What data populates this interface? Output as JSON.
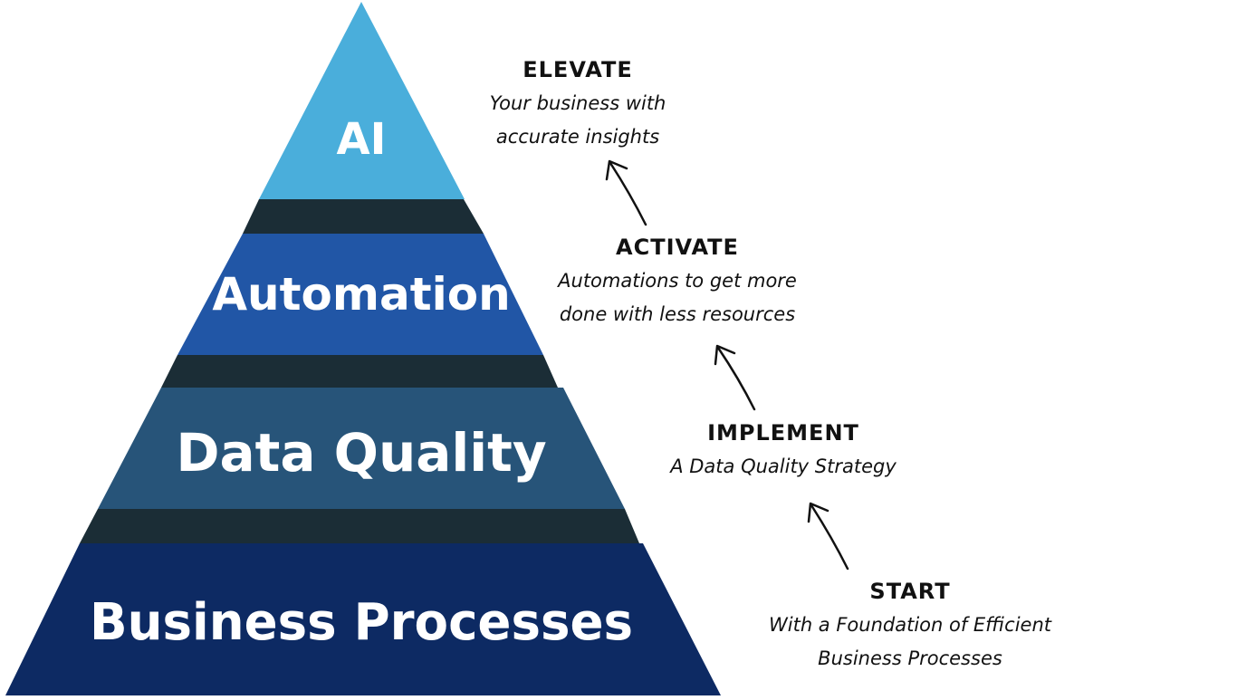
{
  "pyramid": {
    "tiers": [
      {
        "label": "AI",
        "color": "#4aaedb"
      },
      {
        "label": "Automation",
        "color": "#2156a6"
      },
      {
        "label": "Data Quality",
        "color": "#275479"
      },
      {
        "label": "Business Processes",
        "color": "#0d2a63"
      }
    ],
    "connector_color": "#1b2d36"
  },
  "steps": {
    "elevate": {
      "title": "ELEVATE",
      "line1": "Your business with",
      "line2": "accurate insights"
    },
    "activate": {
      "title": "ACTIVATE",
      "line1": "Automations to get more",
      "line2": "done with less resources"
    },
    "implement": {
      "title": "IMPLEMENT",
      "line1": "A Data Quality Strategy"
    },
    "start": {
      "title": "START",
      "line1": "With a Foundation of Efficient",
      "line2": "Business Processes"
    }
  }
}
